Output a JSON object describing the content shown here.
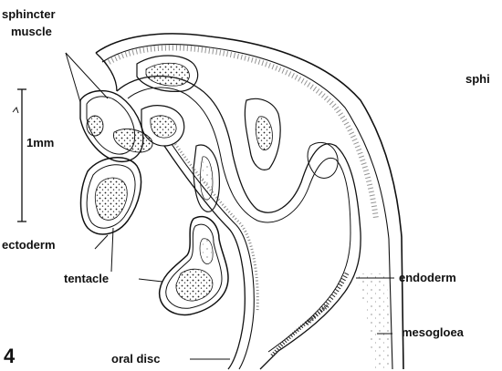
{
  "figure": {
    "number": "4",
    "scale_bar_label": "1mm",
    "labels": {
      "sphincter_muscle_line1": "sphincter",
      "sphincter_muscle_line2": "muscle",
      "sphincter_cut": "sphi",
      "ectoderm": "ectoderm",
      "tentacle": "tentacle",
      "oral_disc": "oral disc",
      "endoderm": "endoderm",
      "mesogloea": "mesogloea"
    }
  }
}
